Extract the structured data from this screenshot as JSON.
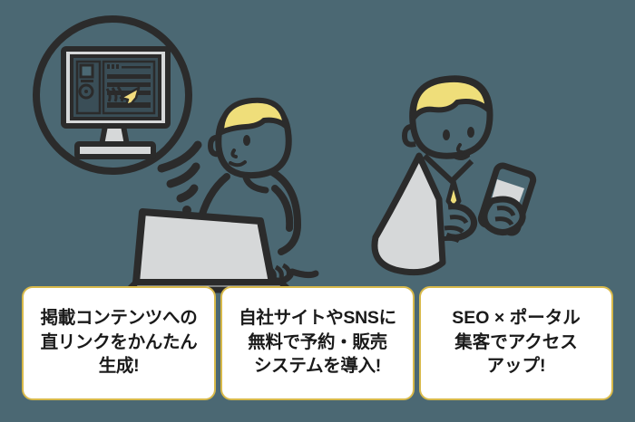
{
  "theme": {
    "background_color": "#4b6873",
    "card_background": "#ffffff",
    "card_border_color": "#d8b94a",
    "text_color": "#1a1a1a",
    "ink_color": "#2b2b2b",
    "hair_color": "#efde7a",
    "screen_gray": "#d6d8d9",
    "screen_dark": "#3a4e57",
    "cursor_color": "#f3dd7e"
  },
  "illustration": {
    "scene_name": "booking-system-promo-illustration",
    "circle_badge": {
      "name": "monitor-circle-badge",
      "monitor": {
        "name": "desktop-monitor-icon",
        "screen_content": {
          "sidebar": "thumbnail-and-avatar-blocks",
          "body_lines": 4,
          "cursor": "yellow-arrow-cursor"
        }
      }
    },
    "wifi_signal": {
      "name": "wifi-signal-icon",
      "arcs": 3
    },
    "person_left": {
      "name": "person-at-laptop",
      "hair_style": "bun",
      "device": "laptop"
    },
    "person_right": {
      "name": "person-with-smartphone",
      "hair_style": "short",
      "device": "smartphone"
    }
  },
  "cards": [
    {
      "id": "card-direct-link",
      "name": "feature-card-direct-link",
      "text": "掲載コンテンツへの\n直リンクをかんたん\n生成!"
    },
    {
      "id": "card-free-booking-system",
      "name": "feature-card-free-booking-system",
      "text": "自社サイトやSNSに\n無料で予約・販売\nシステムを導入!"
    },
    {
      "id": "card-seo-portal",
      "name": "feature-card-seo-portal",
      "text": "SEO × ポータル\n集客でアクセス\nアップ!"
    }
  ]
}
